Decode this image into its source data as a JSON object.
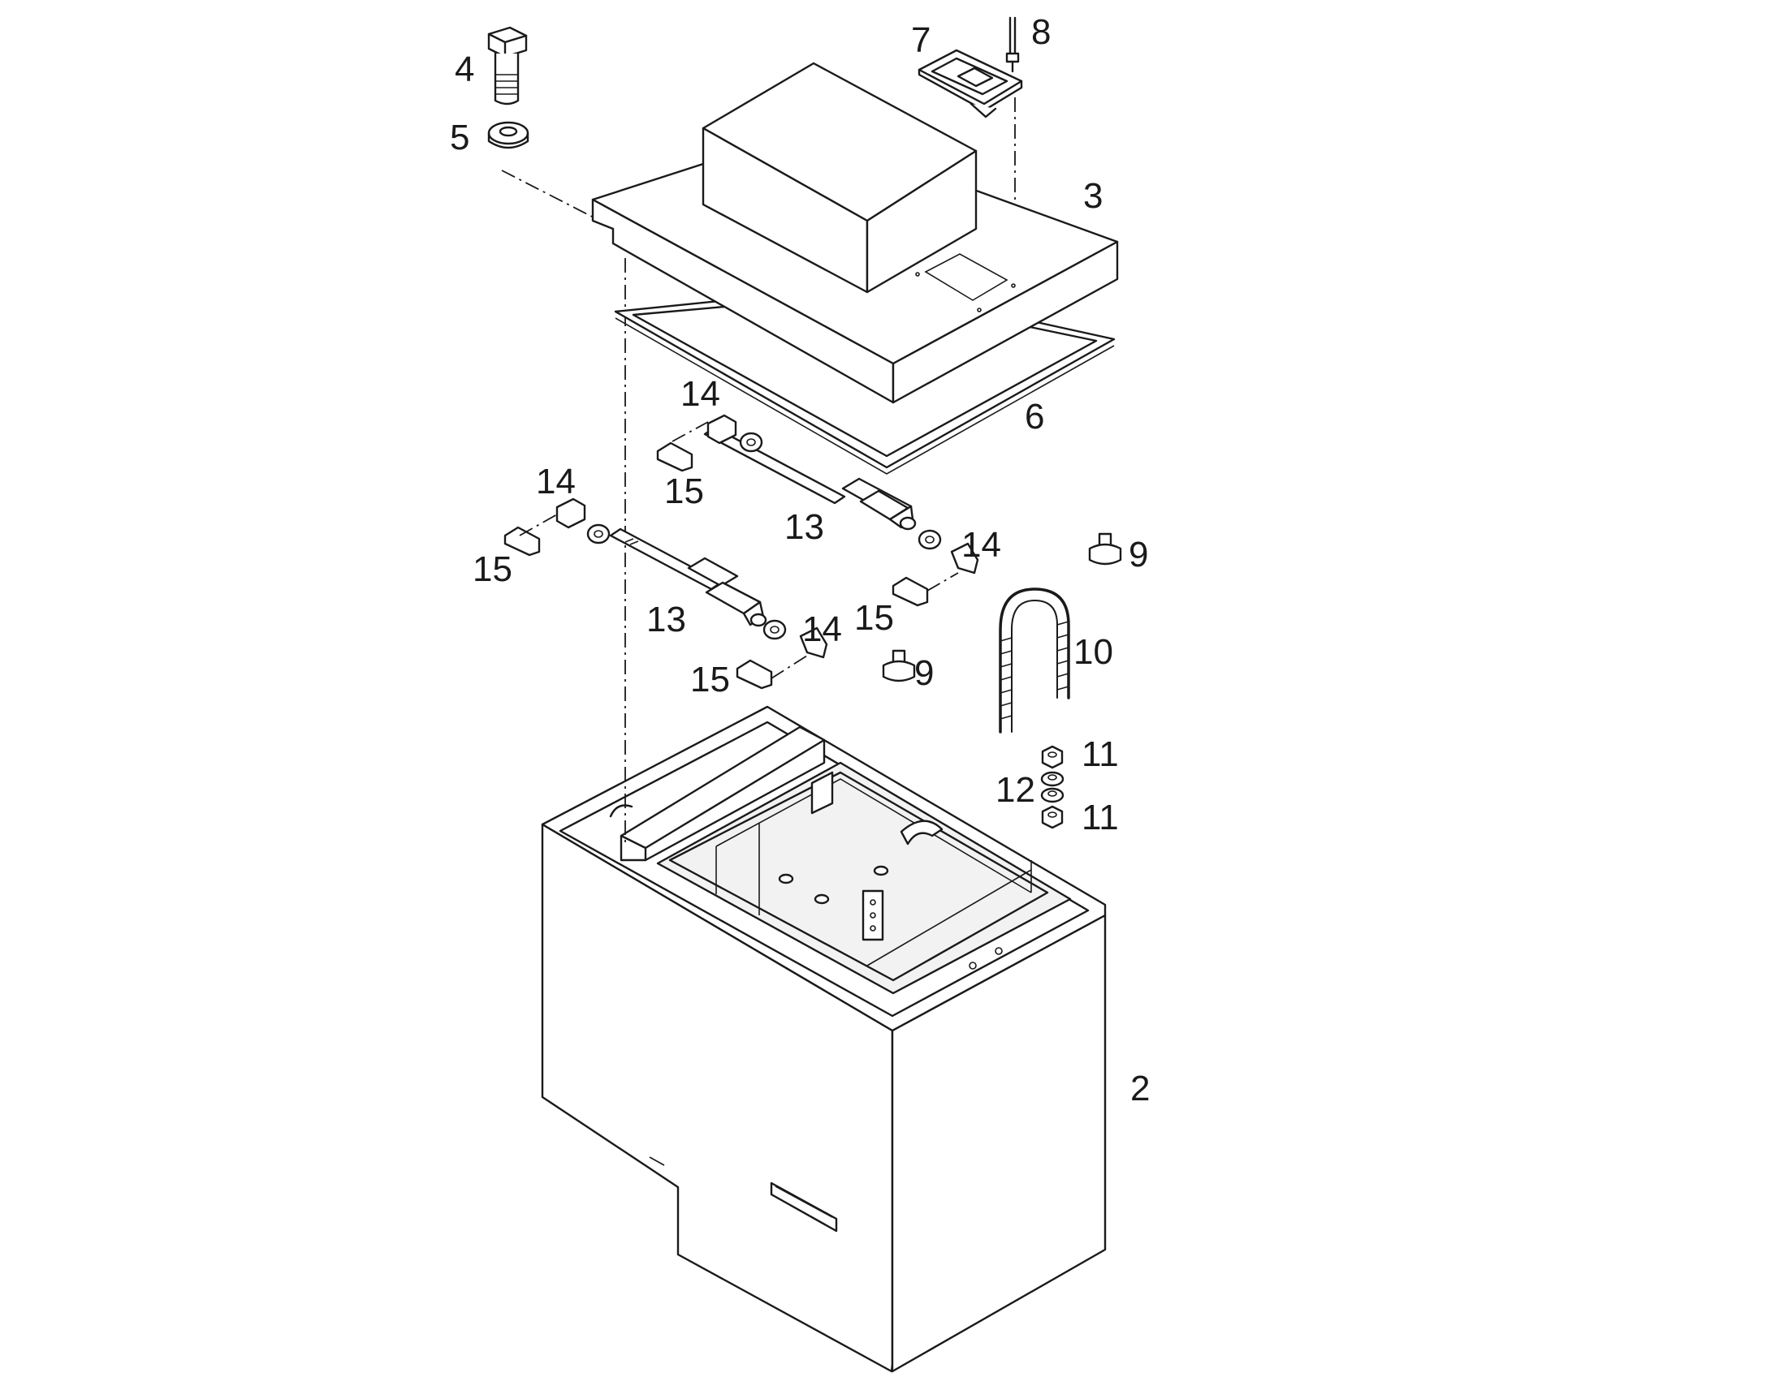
{
  "callouts": {
    "c2": "2",
    "c3": "3",
    "c4": "4",
    "c5": "5",
    "c6": "6",
    "c7": "7",
    "c8": "8",
    "c9a": "9",
    "c9b": "9",
    "c10": "10",
    "c11a": "11",
    "c11b": "11",
    "c12": "12",
    "c13a": "13",
    "c13b": "13",
    "c14a": "14",
    "c14b": "14",
    "c14c": "14",
    "c14d": "14",
    "c15a": "15",
    "c15b": "15",
    "c15c": "15",
    "c15d": "15"
  },
  "colors": {
    "line": "#1a1a1a",
    "background": "#ffffff"
  }
}
